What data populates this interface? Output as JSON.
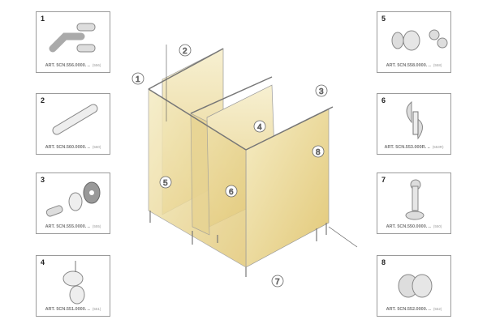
{
  "parts": [
    {
      "number": "1",
      "article": "ART. 5CN.556.0000. ..",
      "code": "(556)",
      "icon": "corner-connector-icon"
    },
    {
      "number": "2",
      "article": "ART. 5CN.560.0000. ..",
      "code": "(560)",
      "icon": "tube-rail-icon"
    },
    {
      "number": "3",
      "article": "ART. 5CN.555.0000. ..",
      "code": "(555)",
      "icon": "wall-flange-icon"
    },
    {
      "number": "4",
      "article": "ART. 5CN.551.0000. ..",
      "code": "(551)",
      "icon": "rail-clamp-icon"
    },
    {
      "number": "5",
      "article": "ART. 5CN.558.0000. ..",
      "code": "(558)",
      "icon": "lock-knob-icon"
    },
    {
      "number": "6",
      "article": "ART. 5CN.553.000R. ..",
      "code": "(553R)",
      "icon": "hinge-icon"
    },
    {
      "number": "7",
      "article": "ART. 5CN.550.0000. ..",
      "code": "(550)",
      "icon": "support-leg-icon"
    },
    {
      "number": "8",
      "article": "ART. 5CN.552.0000. ..",
      "code": "(552)",
      "icon": "door-stop-icon"
    }
  ],
  "callouts": [
    "1",
    "2",
    "3",
    "4",
    "5",
    "6",
    "7",
    "8"
  ],
  "colors": {
    "panel": "#ecd98a",
    "frame": "#8a8a8a"
  }
}
